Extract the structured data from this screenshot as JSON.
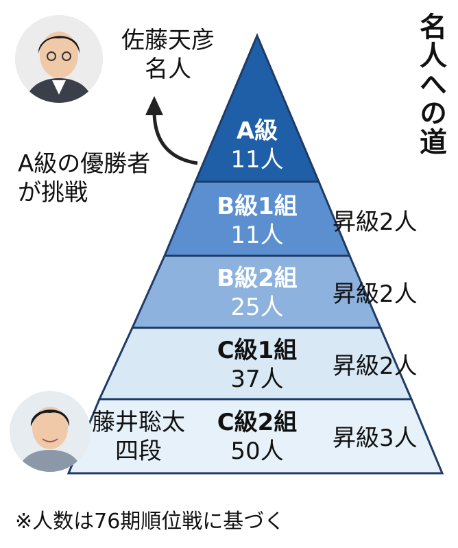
{
  "title": "名人への道",
  "meijin": {
    "name": "佐藤天彦",
    "title": "名人"
  },
  "challenge_note": {
    "line1": "A級の優勝者",
    "line2": "が挑戦"
  },
  "tiers": [
    {
      "name": "A級",
      "count": "11人",
      "promotion": "",
      "color": "#1f5fa8",
      "text_color": "#ffffff"
    },
    {
      "name": "B級1組",
      "count": "11人",
      "promotion": "昇級2人",
      "color": "#5b8fcf",
      "text_color": "#ffffff"
    },
    {
      "name": "B級2組",
      "count": "25人",
      "promotion": "昇級2人",
      "color": "#8eb2de",
      "text_color": "#ffffff"
    },
    {
      "name": "C級1組",
      "count": "37人",
      "promotion": "昇級2人",
      "color": "#d8e8f5",
      "text_color": "#111111"
    },
    {
      "name": "C級2組",
      "count": "50人",
      "promotion": "昇級3人",
      "color": "#e6f1f9",
      "text_color": "#111111"
    }
  ],
  "player": {
    "name": "藤井聡太",
    "rank": "四段"
  },
  "footnote": "※人数は76期順位戦に基づく",
  "colors": {
    "outline": "#1e3b66",
    "arrow": "#222222",
    "skin": "#f0c9a8",
    "hair": "#1a1a1a",
    "suit": "#3a3f4a"
  }
}
